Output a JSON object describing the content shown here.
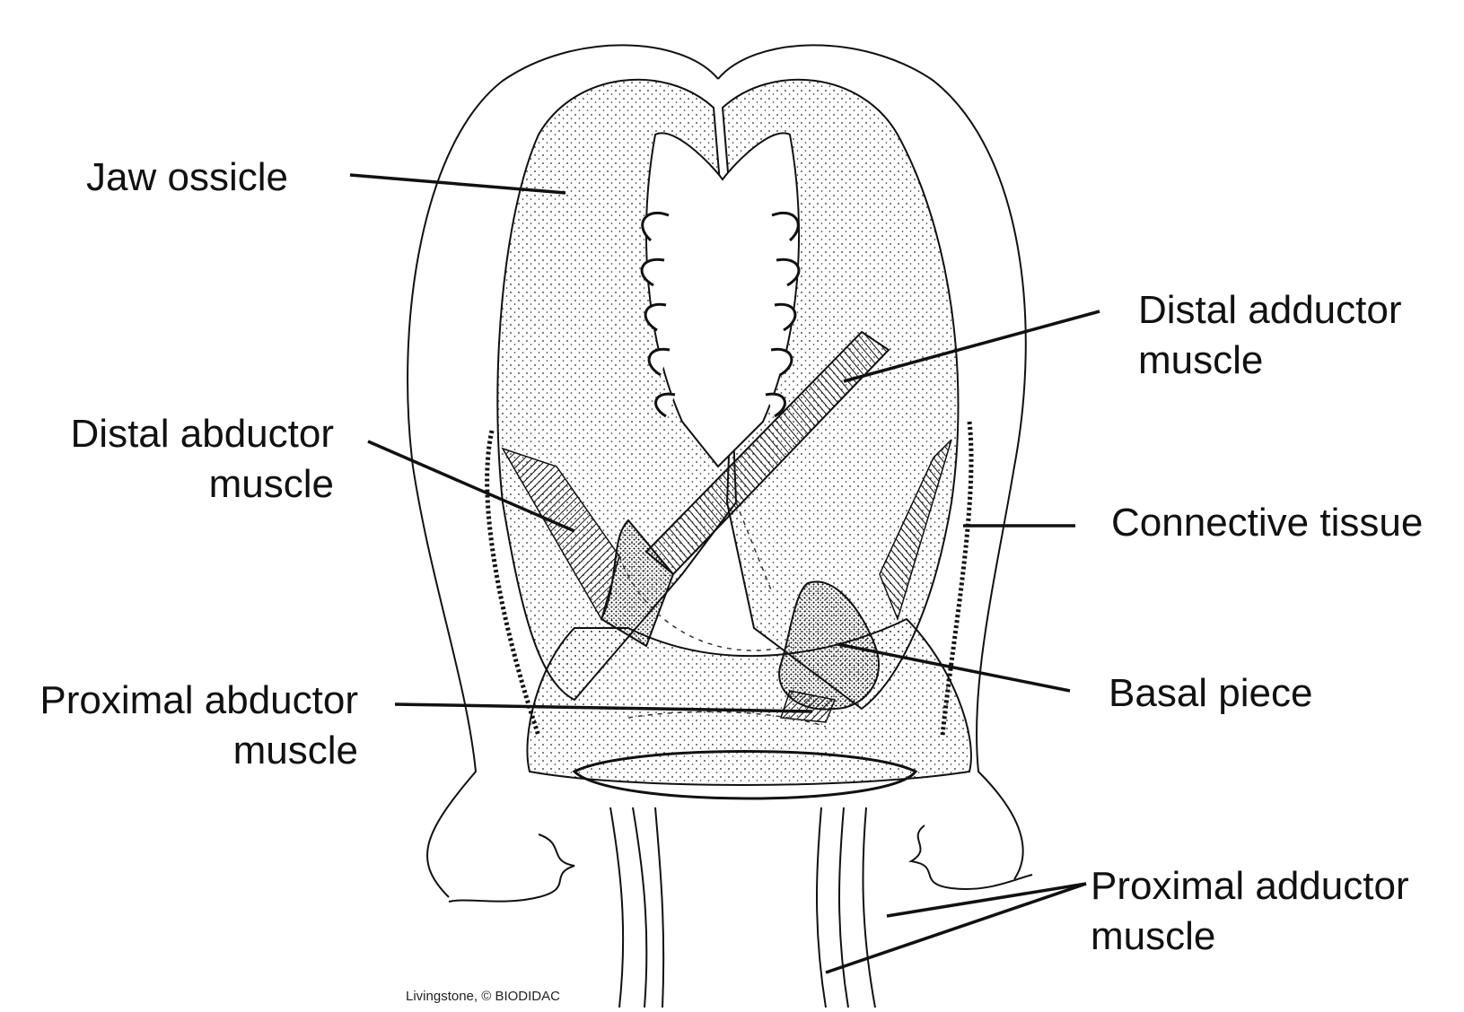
{
  "labels": {
    "jaw_ossicle": "Jaw ossicle",
    "distal_adductor_l1": "Distal adductor",
    "distal_adductor_l2": "muscle",
    "distal_abductor_l1": "Distal abductor",
    "distal_abductor_l2": "muscle",
    "connective_tissue": "Connective tissue",
    "proximal_abductor_l1": "Proximal abductor",
    "proximal_abductor_l2": "muscle",
    "basal_piece": "Basal piece",
    "proximal_adductor_l1": "Proximal adductor",
    "proximal_adductor_l2": "muscle"
  },
  "credit": "Livingstone, © BIODIDAC",
  "colors": {
    "ink": "#111111",
    "background": "#ffffff"
  }
}
